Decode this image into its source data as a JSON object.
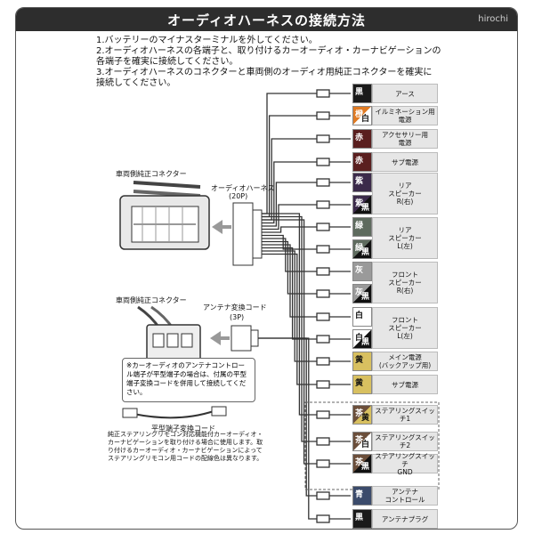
{
  "title": "オーディオハーネスの接続方法",
  "watermark": "hirochi",
  "instructions": [
    "1.バッテリーのマイナスターミナルを外してください。",
    "2.オーディオハーネスの各端子と、取り付けるカーオーディオ・カーナビゲーションの",
    "   各端子を確実に接続してください。",
    "3.オーディオハーネスのコネクターと車両側のオーディオ用純正コネクターを確実に",
    "   接続してください。"
  ],
  "labels": {
    "vehicle_connector_1": "車両側純正コネクター",
    "audio_harness": "オーディオハーネス",
    "audio_harness_pins": "(20P)",
    "vehicle_connector_2": "車両側純正コネクター",
    "antenna_cord": "アンテナ変換コード",
    "antenna_pins": "(3P)",
    "flat_cord": "平型端子変換コード"
  },
  "note_antenna": "※カーオーディオのアンテナコントロール端子が平型端子の場合は、付属の平型端子変換コードを併用して接続してください。",
  "note_steering": "純正ステアリングリモコン対応機能付カーオーディオ・カーナビゲーションを取り付ける場合に使用します。取り付けるカーオーディオ・カーナビゲーションによってステアリングリモコン用コードの配線色は異なります。",
  "rows": [
    {
      "color": "黒",
      "color2": "",
      "desc": "アース",
      "bg": "#1a1a1a",
      "fg": "#ffffff",
      "bg2": ""
    },
    {
      "color": "橙",
      "color2": "白",
      "desc": "イルミネーション用\n電源",
      "bg": "#e07b24",
      "fg": "#ffffff",
      "bg2": "#ffffff"
    },
    {
      "color": "赤",
      "color2": "",
      "desc": "アクセサリー用\n電源",
      "bg": "#5a1f1f",
      "fg": "#ffffff",
      "bg2": ""
    },
    {
      "color": "赤",
      "color2": "",
      "desc": "サブ電源",
      "bg": "#5a1f1f",
      "fg": "#ffffff",
      "bg2": ""
    },
    {
      "color": "紫",
      "color2": "",
      "desc": "",
      "bg": "#3b2a4a",
      "fg": "#ffffff",
      "bg2": ""
    },
    {
      "color": "紫",
      "color2": "黒",
      "desc": "",
      "bg": "#3b2a4a",
      "fg": "#ffffff",
      "bg2": "#111111"
    },
    {
      "color": "緑",
      "color2": "",
      "desc": "",
      "bg": "#5e6b5e",
      "fg": "#ffffff",
      "bg2": ""
    },
    {
      "color": "緑",
      "color2": "黒",
      "desc": "",
      "bg": "#5e6b5e",
      "fg": "#ffffff",
      "bg2": "#111111"
    },
    {
      "color": "灰",
      "color2": "",
      "desc": "",
      "bg": "#9a9a9a",
      "fg": "#ffffff",
      "bg2": ""
    },
    {
      "color": "灰",
      "color2": "黒",
      "desc": "",
      "bg": "#9a9a9a",
      "fg": "#ffffff",
      "bg2": "#111111"
    },
    {
      "color": "白",
      "color2": "",
      "desc": "",
      "bg": "#ffffff",
      "fg": "#111111",
      "bg2": ""
    },
    {
      "color": "白",
      "color2": "黒",
      "desc": "",
      "bg": "#ffffff",
      "fg": "#111111",
      "bg2": "#111111"
    },
    {
      "color": "黄",
      "color2": "",
      "desc": "メイン電源\n(バックアップ用)",
      "bg": "#d8c060",
      "fg": "#111111",
      "bg2": ""
    },
    {
      "color": "黄",
      "color2": "",
      "desc": "サブ電源",
      "bg": "#d8c060",
      "fg": "#111111",
      "bg2": ""
    },
    {
      "color": "茶",
      "color2": "黄",
      "desc": "ステアリングスイッチ1",
      "bg": "#6b4e3a",
      "fg": "#ffffff",
      "bg2": "#d8c060"
    },
    {
      "color": "茶",
      "color2": "白",
      "desc": "ステアリングスイッチ2",
      "bg": "#6b4e3a",
      "fg": "#ffffff",
      "bg2": "#ffffff"
    },
    {
      "color": "茶",
      "color2": "黒",
      "desc": "ステアリングスイッチ\nGND",
      "bg": "#6b4e3a",
      "fg": "#ffffff",
      "bg2": "#111111"
    },
    {
      "color": "青",
      "color2": "",
      "desc": "アンテナ\nコントロール",
      "bg": "#3b4b6b",
      "fg": "#ffffff",
      "bg2": ""
    },
    {
      "color": "黒",
      "color2": "",
      "desc": "アンテナプラグ",
      "bg": "#1a1a1a",
      "fg": "#ffffff",
      "bg2": ""
    }
  ],
  "group_desc": [
    {
      "text": "リア\nスピーカー\nR(右)"
    },
    {
      "text": "リア\nスピーカー\nL(左)"
    },
    {
      "text": "フロント\nスピーカー\nR(右)"
    },
    {
      "text": "フロント\nスピーカー\nL(左)"
    }
  ]
}
